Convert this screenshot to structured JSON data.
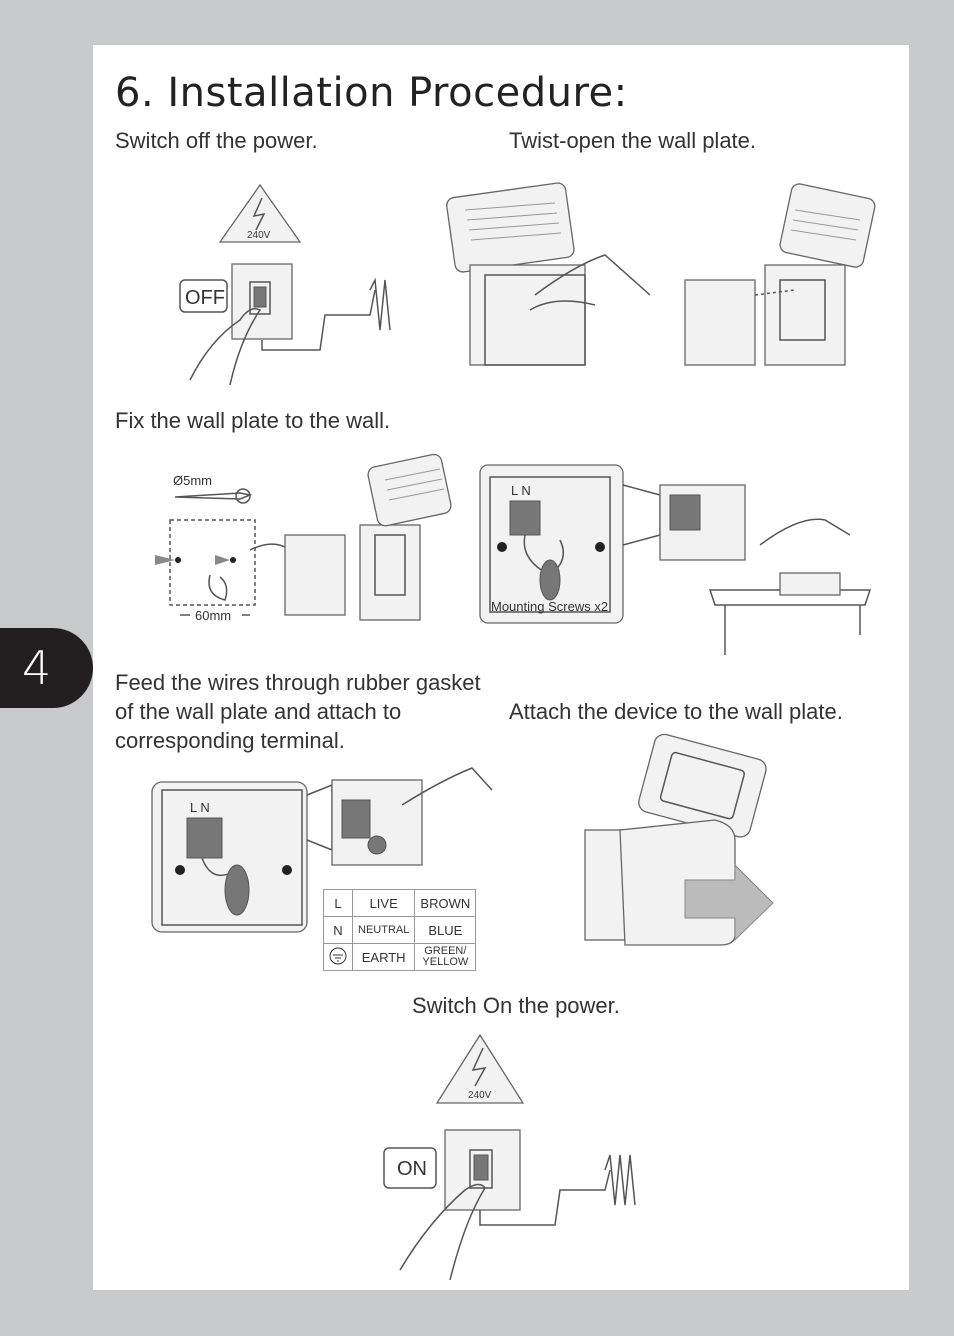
{
  "page_tab": "4",
  "title": "6. Installation Procedure:",
  "steps": {
    "switch_off": "Switch off the power.",
    "twist_open": "Twist-open the wall plate.",
    "fix_plate": "Fix the wall plate to the wall.",
    "feed_wires": [
      "Feed the wires through rubber gasket",
      "of the wall plate and attach to",
      "corresponding terminal."
    ],
    "attach_device": "Attach the device to the wall plate.",
    "switch_on": "Switch On the power."
  },
  "labels": {
    "voltage_top": "240V",
    "off": "OFF",
    "drill": "Ø5mm",
    "spacing": "60mm",
    "ln_top": "L  N",
    "mounting_screws": "Mounting Screws x2",
    "ln_bottom": "L  N",
    "voltage_bottom": "240V",
    "on": "ON"
  },
  "wiring_table": [
    {
      "terminal": "L",
      "name": "LIVE",
      "colour": "BROWN"
    },
    {
      "terminal": "N",
      "name": "NEUTRAL",
      "colour": "BLUE"
    },
    {
      "terminal": "earth-symbol",
      "name": "EARTH",
      "colour": "GREEN/ YELLOW"
    }
  ]
}
